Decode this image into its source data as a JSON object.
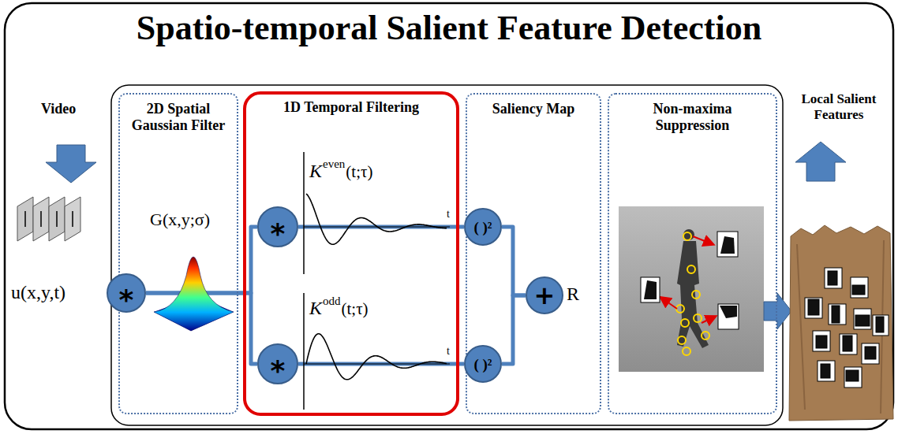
{
  "diagram": {
    "title": "Spatio-temporal Salient Feature Detection",
    "nodes": [
      {
        "text": [
          "2D Spatial Gaussian Filter"
        ]
      },
      {
        "text": [
          "*"
        ],
        "in": 0
      },
      {
        "text": [
          "1D Temporal Filtering"
        ]
      },
      {
        "text": [
          "*"
        ],
        "in": 2
      },
      {
        "text": [
          "*"
        ],
        "in": 2
      },
      {
        "text": [
          "Saliency Map"
        ]
      },
      {
        "text": [
          "( )²"
        ],
        "in": 5
      },
      {
        "text": [
          "( )²"
        ],
        "in": 5
      },
      {
        "text": [
          "+"
        ],
        "in": 5
      },
      {
        "text": [
          "Non-maxima Suppression"
        ]
      }
    ],
    "edges": [
      {
        "from": 1,
        "to": 3,
        "arrow": "none"
      },
      {
        "from": 1,
        "to": 4,
        "arrow": "none"
      },
      {
        "from": 3,
        "to": 6,
        "arrow": "none"
      },
      {
        "from": 4,
        "to": 7,
        "arrow": "none"
      },
      {
        "from": 6,
        "to": 8,
        "arrow": "none"
      },
      {
        "from": 7,
        "to": 8,
        "arrow": "none"
      }
    ],
    "labels": [
      "Video",
      "u(x,y,t)",
      "G(x,y;σ)",
      "K",
      "even",
      "(t;τ)",
      "t",
      "K",
      "odd",
      "(t;τ)",
      "t",
      "R",
      "Local Salient Features"
    ]
  }
}
